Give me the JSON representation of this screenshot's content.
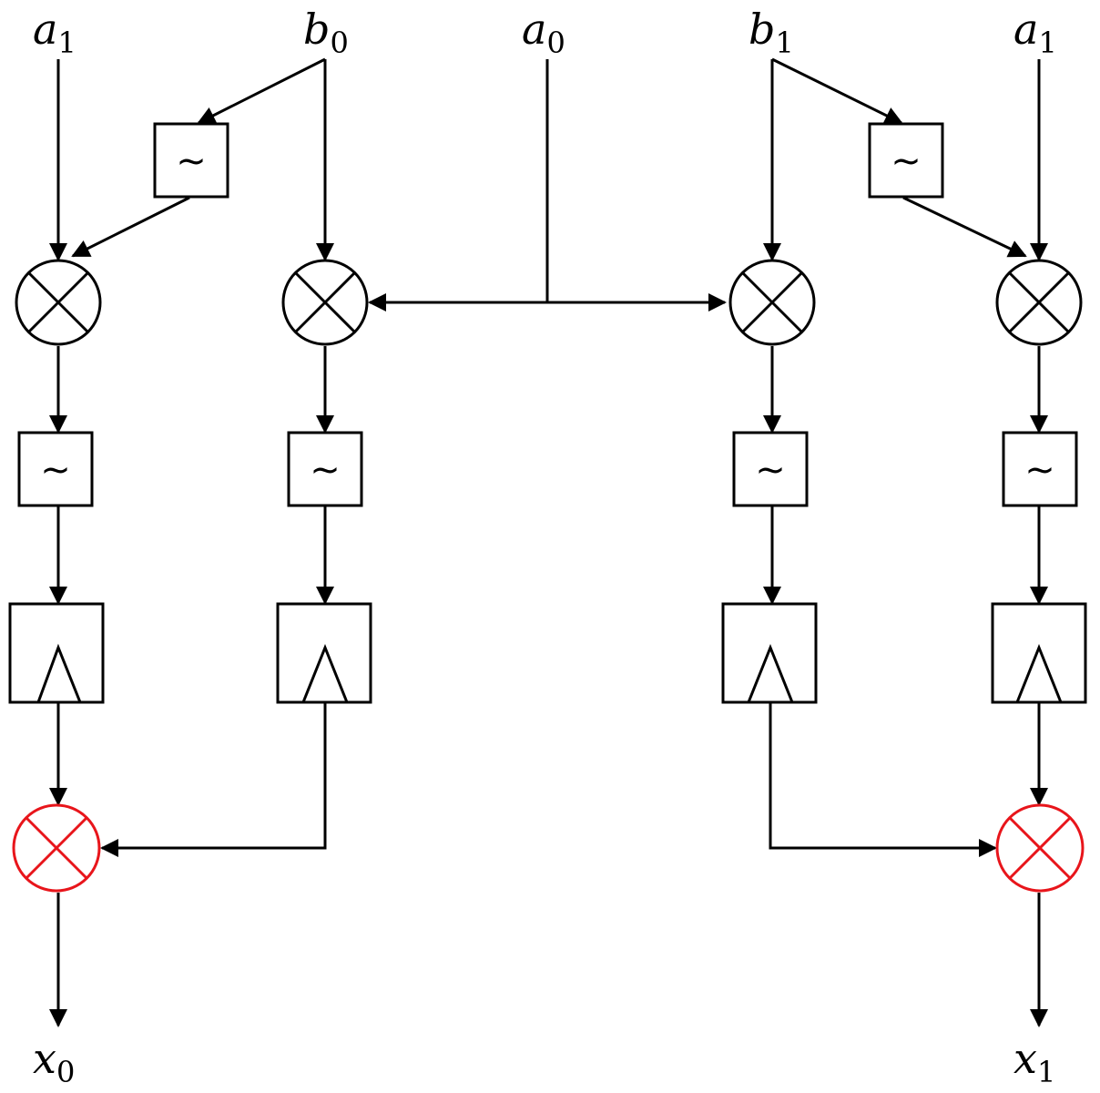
{
  "inputs": {
    "a1_left": {
      "var": "a",
      "sub": "1"
    },
    "b0": {
      "var": "b",
      "sub": "0"
    },
    "a0": {
      "var": "a",
      "sub": "0"
    },
    "b1": {
      "var": "b",
      "sub": "1"
    },
    "a1_right": {
      "var": "a",
      "sub": "1"
    }
  },
  "outputs": {
    "x0": {
      "var": "x",
      "sub": "0"
    },
    "x1": {
      "var": "x",
      "sub": "1"
    }
  },
  "blocks": {
    "not_symbol": "~"
  },
  "colors": {
    "line": "#000000",
    "highlight": "#e8151b"
  }
}
